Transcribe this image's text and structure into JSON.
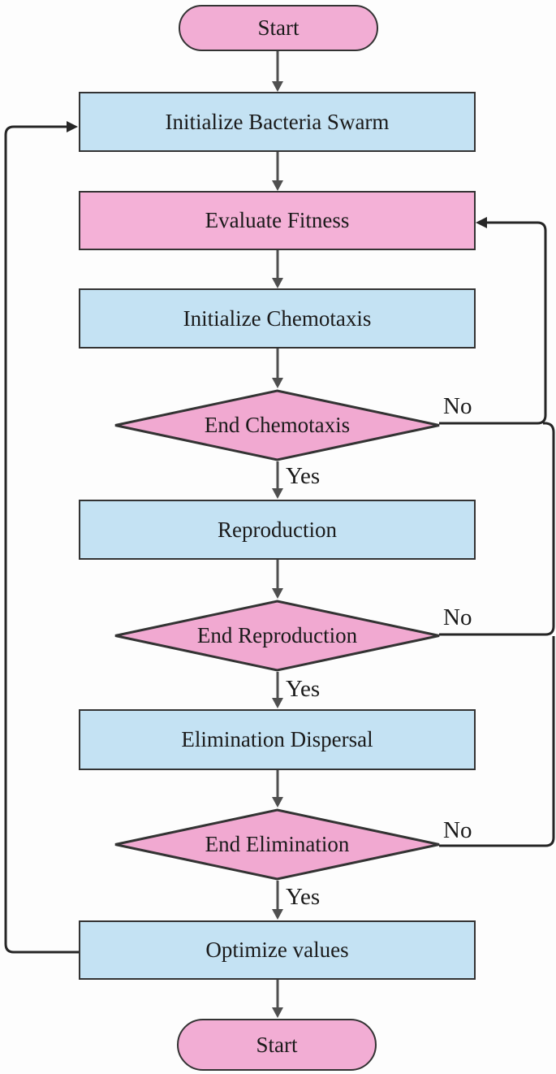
{
  "diagram": {
    "type": "flowchart",
    "nodes": {
      "start_top": {
        "shape": "terminal",
        "label": "Start"
      },
      "initialize_swarm": {
        "shape": "process",
        "label": "Initialize Bacteria Swarm"
      },
      "evaluate_fitness": {
        "shape": "process",
        "label": "Evaluate Fitness"
      },
      "initialize_chemotaxis": {
        "shape": "process",
        "label": "Initialize Chemotaxis"
      },
      "end_chemotaxis": {
        "shape": "decision",
        "label": "End Chemotaxis"
      },
      "reproduction": {
        "shape": "process",
        "label": "Reproduction"
      },
      "end_reproduction": {
        "shape": "decision",
        "label": "End Reproduction"
      },
      "elimination_dispersal": {
        "shape": "process",
        "label": "Elimination Dispersal"
      },
      "end_elimination": {
        "shape": "decision",
        "label": "End Elimination"
      },
      "optimize_values": {
        "shape": "process",
        "label": "Optimize values"
      },
      "start_bottom": {
        "shape": "terminal",
        "label": "Start"
      }
    },
    "edge_labels": {
      "yes_chemotaxis": "Yes",
      "yes_reproduction": "Yes",
      "yes_elimination": "Yes",
      "no_chemotaxis": "No",
      "no_reproduction": "No",
      "no_elimination": "No"
    },
    "colors": {
      "process_fill": "#C4E2F3",
      "highlight_fill": "#F4B1D7",
      "decision_fill": "#F1A9D1",
      "terminal_fill": "#F2ADD4",
      "border": "#333333",
      "connector": "#4f4f4f",
      "loop": "#262626",
      "text": "#1a1a1a"
    }
  }
}
